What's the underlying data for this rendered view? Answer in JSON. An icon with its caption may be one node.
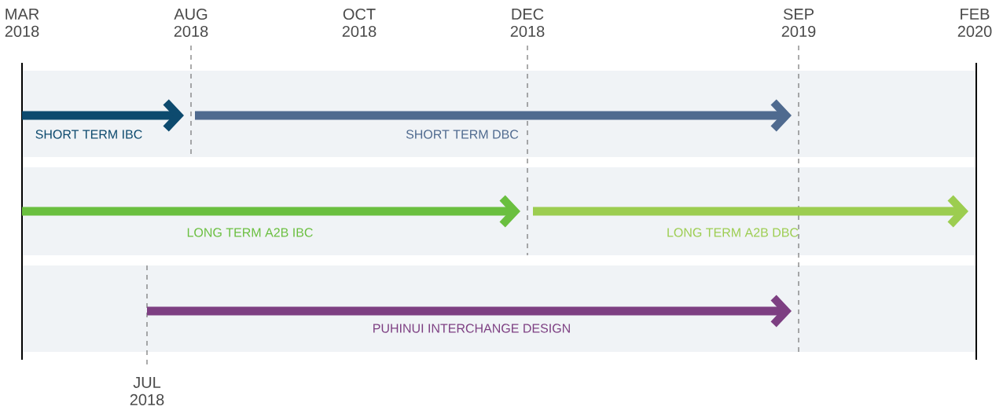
{
  "diagram": {
    "nodes": [
      {
        "text": [
          "SHORT TERM IBC"
        ]
      },
      {
        "text": [
          "SHORT TERM DBC"
        ]
      },
      {
        "text": [
          "LONG TERM A2B IBC"
        ]
      },
      {
        "text": [
          "LONG TERM A2B DBC"
        ]
      },
      {
        "text": [
          "PUHINUI INTERCHANGE DESIGN"
        ]
      }
    ],
    "labels": [
      "MAR 2018",
      "AUG 2018",
      "OCT 2018",
      "DEC 2018",
      "SEP 2019",
      "FEB 2020",
      "JUL 2018"
    ]
  }
}
